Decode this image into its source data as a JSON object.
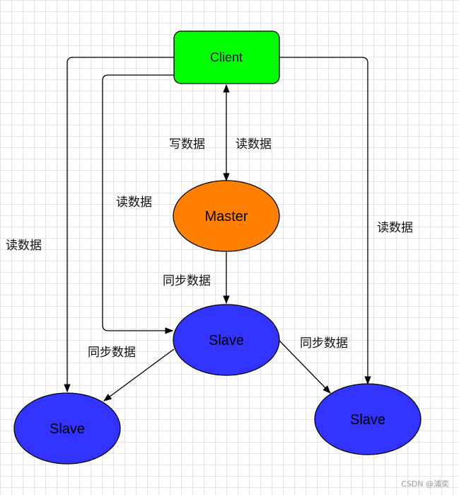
{
  "nodes": {
    "client": {
      "label": "Client",
      "color": "#00ff00"
    },
    "master": {
      "label": "Master",
      "color": "#ff8000"
    },
    "slave_center": {
      "label": "Slave",
      "color": "#3333ff"
    },
    "slave_left": {
      "label": "Slave",
      "color": "#3333ff"
    },
    "slave_right": {
      "label": "Slave",
      "color": "#3333ff"
    }
  },
  "edge_labels": {
    "write": "写数据",
    "read_master": "读数据",
    "read_center_slave": "读数据",
    "read_left_slave": "读数据",
    "read_right_slave": "读数据",
    "sync_master_slave": "同步数据",
    "sync_to_left": "同步数据",
    "sync_to_right": "同步数据"
  },
  "watermark": "CSDN @浦奕"
}
